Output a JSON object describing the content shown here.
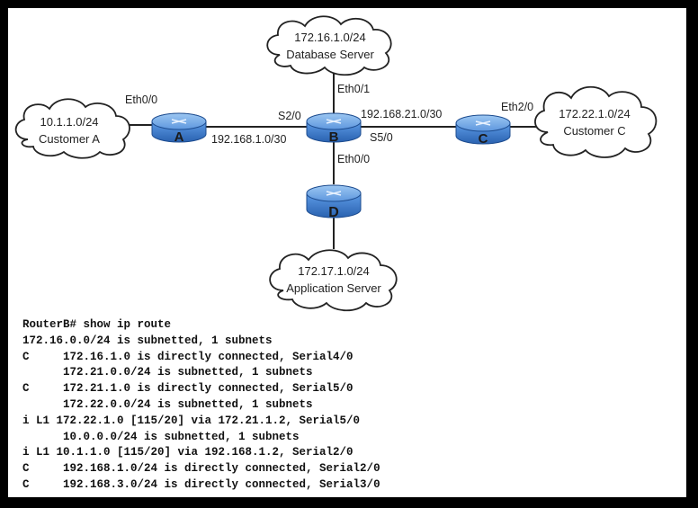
{
  "topology": {
    "clouds": [
      {
        "id": "database",
        "network": "172.16.1.0/24",
        "label": "Database Server"
      },
      {
        "id": "customer-a",
        "network": "10.1.1.0/24",
        "label": "Customer A"
      },
      {
        "id": "customer-c",
        "network": "172.22.1.0/24",
        "label": "Customer C"
      },
      {
        "id": "application",
        "network": "172.17.1.0/24",
        "label": "Application Server"
      }
    ],
    "routers": [
      {
        "id": "A",
        "label": "A"
      },
      {
        "id": "B",
        "label": "B"
      },
      {
        "id": "C",
        "label": "C"
      },
      {
        "id": "D",
        "label": "D"
      }
    ],
    "interface_labels": {
      "a_eth": "Eth0/0",
      "b_s2": "S2/0",
      "b_eth01": "Eth0/1",
      "b_s5": "S5/0",
      "b_eth00": "Eth0/0",
      "c_eth": "Eth2/0"
    },
    "link_labels": {
      "ab": "192.168.1.0/30",
      "bc": "192.168.21.0/30"
    }
  },
  "console": {
    "lines": [
      "RouterB# show ip route",
      "172.16.0.0/24 is subnetted, 1 subnets",
      "C     172.16.1.0 is directly connected, Serial4/0",
      "      172.21.0.0/24 is subnetted, 1 subnets",
      "C     172.21.1.0 is directly connected, Serial5/0",
      "      172.22.0.0/24 is subnetted, 1 subnets",
      "i L1 172.22.1.0 [115/20] via 172.21.1.2, Serial5/0",
      "      10.0.0.0/24 is subnetted, 1 subnets",
      "i L1 10.1.1.0 [115/20] via 192.168.1.2, Serial2/0",
      "C     192.168.1.0/24 is directly connected, Serial2/0",
      "C     192.168.3.0/24 is directly connected, Serial3/0"
    ]
  },
  "colors": {
    "router_top": "#7fb2ea",
    "router_body": "#3a7fd6",
    "router_dark": "#2a62b0",
    "cloud_stroke": "#222222"
  }
}
